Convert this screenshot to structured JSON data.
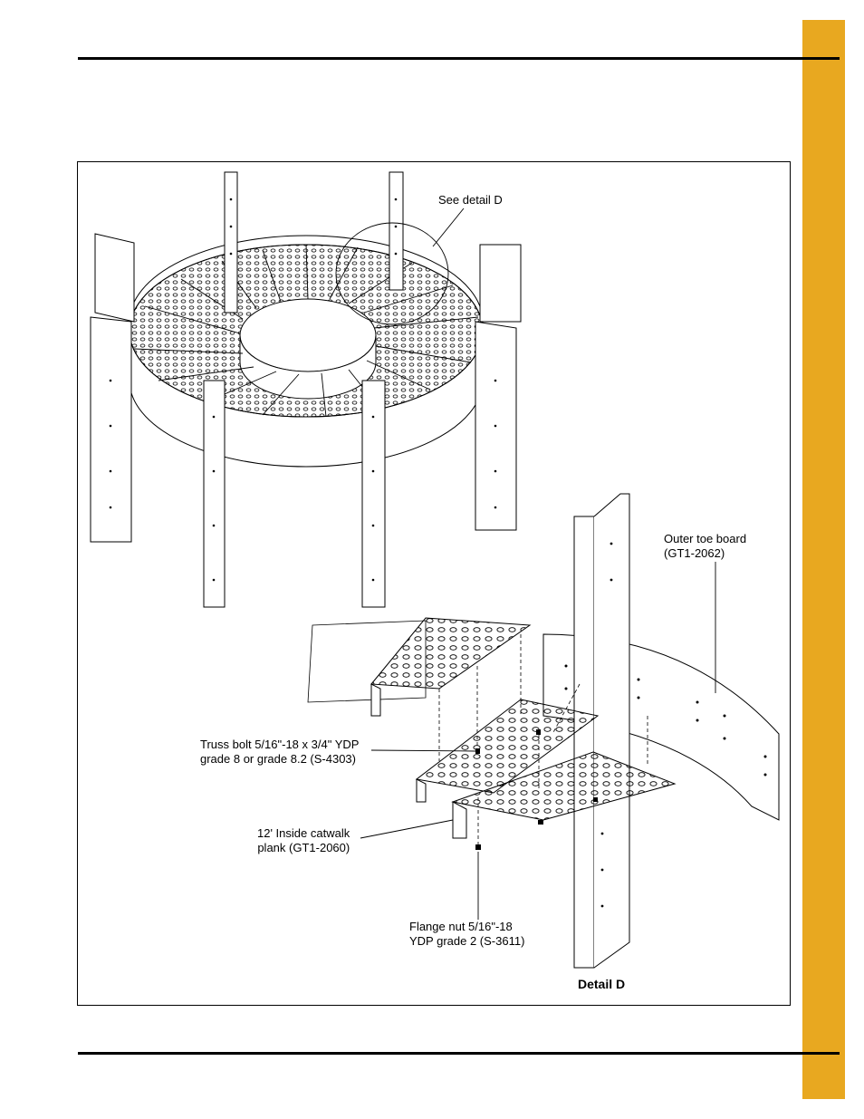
{
  "colors": {
    "side_tab": "#E8A820",
    "line": "#000000",
    "paper": "#ffffff"
  },
  "callouts": {
    "see_detail": "See detail D",
    "toe_board": "Outer toe board\n(GT1-2062)",
    "truss_bolt": "Truss bolt 5/16\"-18 x 3/4\" YDP\ngrade 8 or grade 8.2 (S-4303)",
    "plank": "12' Inside catwalk\nplank (GT1-2060)",
    "flange_nut": "Flange nut 5/16\"-18\nYDP grade 2 (S-3611)"
  },
  "detail_title": "Detail D"
}
